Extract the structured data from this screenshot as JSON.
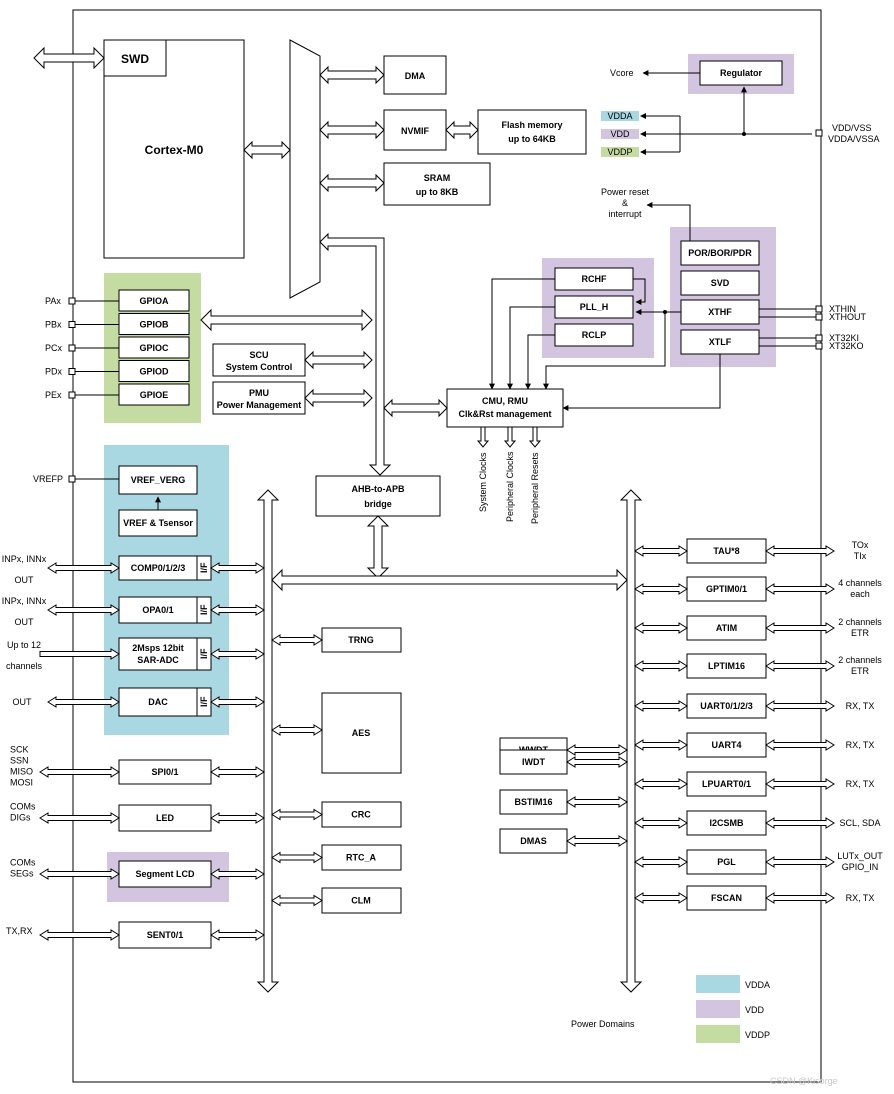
{
  "colors": {
    "vdda": "#a9d8e3",
    "vdd": "#d3c5df",
    "vddp": "#c4dba1"
  },
  "core": {
    "swd": "SWD",
    "cpu": "Cortex-M0"
  },
  "bus_blocks": {
    "dma": "DMA",
    "nvmif": "NVMIF",
    "flash_l1": "Flash memory",
    "flash_l2": "up to 64KB",
    "sram_l1": "SRAM",
    "sram_l2": "up to 8KB"
  },
  "power": {
    "vcore": "Vcore",
    "regulator": "Regulator",
    "vdda": "VDDA",
    "vdd": "VDD",
    "vddp": "VDDP",
    "vdd_vss": "VDD/VSS",
    "vdda_vssa": "VDDA/VSSA",
    "power_reset_l1": "Power reset",
    "power_reset_l2": "&",
    "power_reset_l3": "interrupt"
  },
  "clock": {
    "rchf": "RCHF",
    "pll": "PLL_H",
    "rclp": "RCLP",
    "por": "POR/BOR/PDR",
    "svd": "SVD",
    "xthf": "XTHF",
    "xtlf": "XTLF",
    "xthin": "XTHIN",
    "xthout": "XTHOUT",
    "xt32ki": "XT32KI",
    "xt32ko": "XT32KO",
    "cmu_l1": "CMU, RMU",
    "cmu_l2": "Clk&Rst management",
    "out_sys": "System Clocks",
    "out_per": "Peripheral Clocks",
    "out_rst": "Peripheral Resets"
  },
  "gpio": {
    "blocks": [
      "GPIOA",
      "GPIOB",
      "GPIOC",
      "GPIOD",
      "GPIOE"
    ],
    "pins": [
      "PAx",
      "PBx",
      "PCx",
      "PDx",
      "PEx"
    ]
  },
  "scu": {
    "title": "SCU",
    "sub": "System Control"
  },
  "pmu": {
    "title": "PMU",
    "sub": "Power Management"
  },
  "bridge": {
    "l1": "AHB-to-APB",
    "l2": "bridge"
  },
  "analog": {
    "vrefp": "VREFP",
    "vref_verg": "VREF_VERG",
    "vref_tsensor": "VREF & Tsensor",
    "comp": "COMP0/1/2/3",
    "opa": "OPA0/1",
    "adc_l1": "2Msps 12bit",
    "adc_l2": "SAR-ADC",
    "dac": "DAC",
    "if": "I/F",
    "comp_sig_l1": "INPx, INNx",
    "comp_sig_l2": "OUT",
    "opa_sig_l1": "INPx, INNx",
    "opa_sig_l2": "OUT",
    "adc_sig_l1": "Up to 12",
    "adc_sig_l2": "channels",
    "dac_sig": "OUT"
  },
  "left_periph": {
    "spi": "SPI0/1",
    "spi_sigs": [
      "SCK",
      "SSN",
      "MISO",
      "MOSI"
    ],
    "led": "LED",
    "led_sigs": [
      "COMs",
      "DIGs"
    ],
    "seglcd": "Segment LCD",
    "seglcd_sigs": [
      "COMs",
      "SEGs"
    ],
    "sent": "SENT0/1",
    "sent_sig": "TX,RX"
  },
  "mid_periph": {
    "trng": "TRNG",
    "aes": "AES",
    "crc": "CRC",
    "rtc": "RTC_A",
    "clm": "CLM",
    "wwdt": "WWDT",
    "iwdt": "IWDT",
    "bstim": "BSTIM16",
    "dmas": "DMAS"
  },
  "right_periph": [
    {
      "name": "TAU*8",
      "sig1": "TOx",
      "sig2": "TIx"
    },
    {
      "name": "GPTIM0/1",
      "sig1": "4 channels",
      "sig2": "each"
    },
    {
      "name": "ATIM",
      "sig1": "2 channels",
      "sig2": "ETR"
    },
    {
      "name": "LPTIM16",
      "sig1": "2 channels",
      "sig2": "ETR"
    },
    {
      "name": "UART0/1/2/3",
      "sig1": "RX, TX",
      "sig2": ""
    },
    {
      "name": "UART4",
      "sig1": "RX, TX",
      "sig2": ""
    },
    {
      "name": "LPUART0/1",
      "sig1": "RX, TX",
      "sig2": ""
    },
    {
      "name": "I2CSMB",
      "sig1": "SCL, SDA",
      "sig2": ""
    },
    {
      "name": "PGL",
      "sig1": "LUTx_OUT",
      "sig2": "GPIO_IN"
    },
    {
      "name": "FSCAN",
      "sig1": "RX, TX",
      "sig2": ""
    }
  ],
  "legend": {
    "title": "Power Domains",
    "items": [
      "VDDA",
      "VDD",
      "VDDP"
    ]
  },
  "watermark": "CSDN @Kisorge"
}
